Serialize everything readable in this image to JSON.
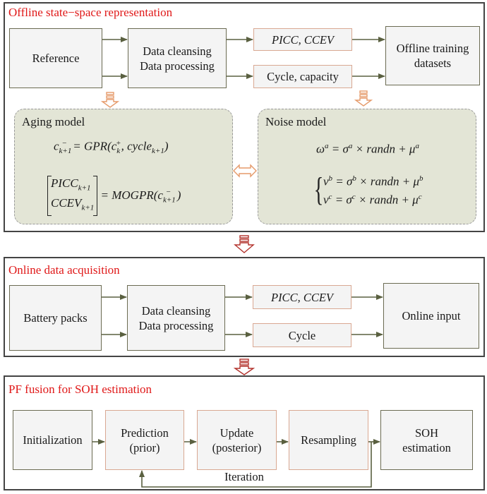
{
  "colors": {
    "title_red": "#e01818",
    "arrow_green": "#5a6040",
    "box_border_olive": "#6b6b52",
    "box_border_salmon": "#d9a892",
    "model_fill": "#e3e5d6",
    "hollow_arrow_orange": "#e59a6a",
    "hollow_arrow_red": "#b2302a"
  },
  "offline": {
    "title": "Offline state−space representation",
    "reference": "Reference",
    "cleansing_line1": "Data cleansing",
    "cleansing_line2": "Data processing",
    "features": "PICC, CCEV",
    "cycle_capacity": "Cycle,  capacity",
    "datasets_line1": "Offline training",
    "datasets_line2": "datasets",
    "aging_model": {
      "title": "Aging model",
      "eq1": "c⁻ₖ₊₁ = GPR(c⁺ₖ, cycleₖ₊₁)",
      "eq2": "[PICCₖ₊₁ ; CCEVₖ₊₁] = MOGPR(c⁻ₖ₊₁)"
    },
    "noise_model": {
      "title": "Noise model",
      "eq1": "ωᵃ = σᵃ × randn + μᵃ",
      "eq2": "νᵇ = σᵇ × randn + μᵇ",
      "eq3": "νᶜ = σᶜ × randn + μᶜ"
    }
  },
  "online": {
    "title": "Online data acquisition",
    "battery": "Battery packs",
    "cleansing_line1": "Data cleansing",
    "cleansing_line2": "Data processing",
    "features": "PICC, CCEV",
    "cycle": "Cycle",
    "input": "Online input"
  },
  "pf": {
    "title": "PF fusion for SOH estimation",
    "init": "Initialization",
    "prediction_line1": "Prediction",
    "prediction_line2": "(prior)",
    "update_line1": "Update",
    "update_line2": "(posterior)",
    "resampling": "Resampling",
    "soh_line1": "SOH",
    "soh_line2": "estimation",
    "iteration": "Iteration"
  }
}
